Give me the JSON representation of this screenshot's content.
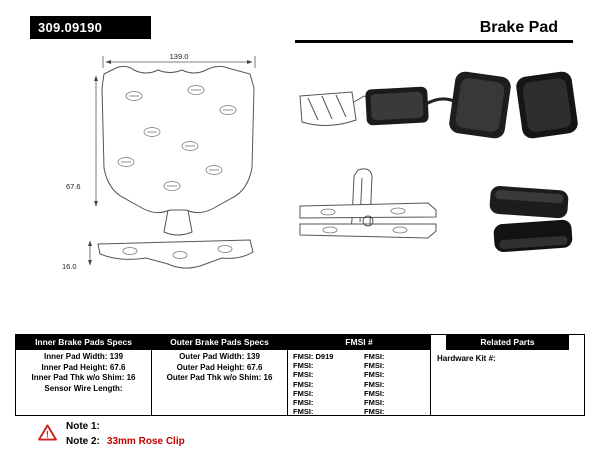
{
  "header": {
    "part_number": "309.09190",
    "product_type": "Brake Pad"
  },
  "diagram": {
    "dim_width": "139.0",
    "dim_height": "67.6",
    "dim_thickness": "16.0"
  },
  "colors": {
    "header_bar": "#000000",
    "note_highlight": "#c00000",
    "warning_red": "#cc2222"
  },
  "spec_table": {
    "inner": {
      "header": "Inner Brake Pads Specs",
      "rows": [
        "Inner Pad Width: 139",
        "Inner Pad Height: 67.6",
        "Inner Pad Thk w/o Shim: 16",
        "Sensor Wire Length:"
      ]
    },
    "outer": {
      "header": "Outer Brake Pads Specs",
      "rows": [
        "Outer Pad Width: 139",
        "Outer Pad Height: 67.6",
        "Outer Pad Thk w/o Shim: 16"
      ]
    },
    "fmsi": {
      "header": "FMSI #",
      "col1": [
        "FMSI:  D919",
        "FMSI:",
        "FMSI:",
        "FMSI:",
        "FMSI:",
        "FMSI:",
        "FMSI:"
      ],
      "col2": [
        "FMSI:",
        "FMSI:",
        "FMSI:",
        "FMSI:",
        "FMSI:",
        "FMSI:",
        "FMSI:"
      ]
    },
    "related": {
      "header": "Related Parts",
      "rows": [
        "Hardware Kit #:"
      ]
    }
  },
  "notes": {
    "note1_label": "Note 1:",
    "note2_label": "Note 2:",
    "note2_value": "33mm Rose Clip"
  }
}
